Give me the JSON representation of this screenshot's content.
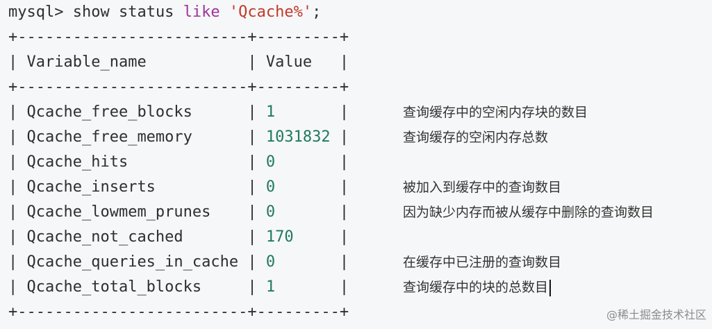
{
  "terminal": {
    "prompt": "mysql>",
    "cmd_show": "show status",
    "cmd_like": "like",
    "cmd_pattern": "'Qcache%'",
    "cmd_end": ";",
    "border": "+-------------------------+---------+",
    "header_name": "Variable_name",
    "header_value": "Value",
    "rows": [
      {
        "name": "Qcache_free_blocks",
        "value": "1",
        "note": "查询缓存中的空闲内存块的数目"
      },
      {
        "name": "Qcache_free_memory",
        "value": "1031832",
        "note": "查询缓存的空闲内存总数"
      },
      {
        "name": "Qcache_hits",
        "value": "0",
        "note": ""
      },
      {
        "name": "Qcache_inserts",
        "value": "0",
        "note": "被加入到缓存中的查询数目"
      },
      {
        "name": "Qcache_lowmem_prunes",
        "value": "0",
        "note": "因为缺少内存而被从缓存中删除的查询数目"
      },
      {
        "name": "Qcache_not_cached",
        "value": "170",
        "note": ""
      },
      {
        "name": "Qcache_queries_in_cache",
        "value": "0",
        "note": "在缓存中已注册的查询数目"
      },
      {
        "name": "Qcache_total_blocks",
        "value": "1",
        "note": "查询缓存中的块的总数目"
      }
    ],
    "watermark": "@稀土掘金技术社区"
  }
}
